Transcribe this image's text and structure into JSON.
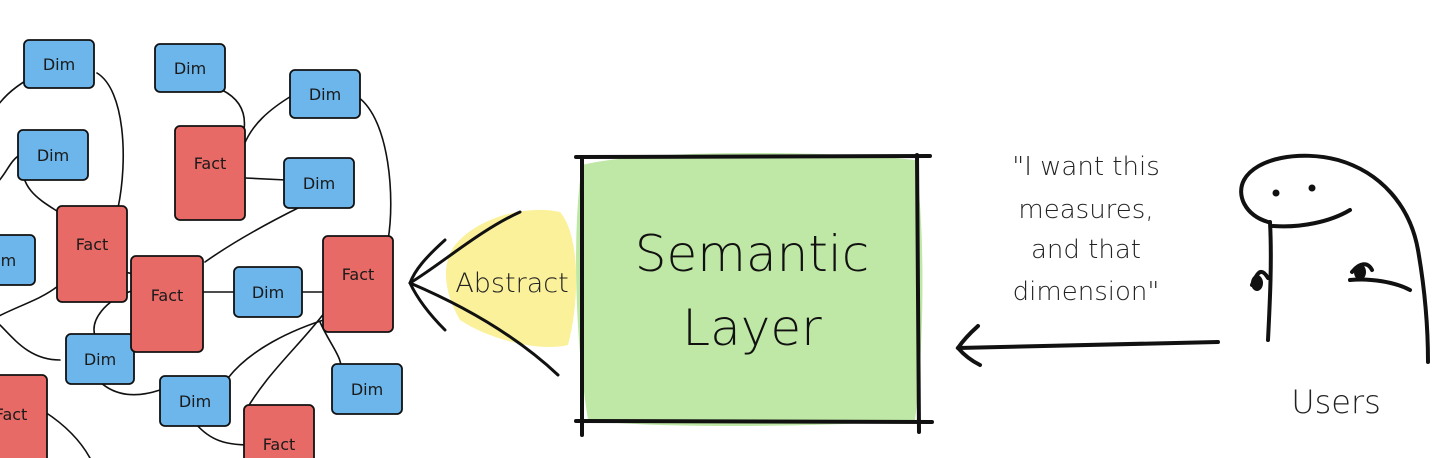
{
  "diagram": {
    "dim_label": "Dim",
    "fact_label": "Fact",
    "semantic_layer": {
      "line1": "Semantic",
      "line2": "Layer"
    },
    "abstract_label": "Abstract",
    "quote": {
      "line1": "\"I want this",
      "line2": "measures,",
      "line3": "and that",
      "line4": "dimension\""
    },
    "users_label": "Users",
    "colors": {
      "dim": "#6cb6ec",
      "fact": "#e86a66",
      "semantic_fill": "#bfe8a6",
      "abstract_fill": "#fbf19a",
      "ink": "#111111"
    }
  }
}
